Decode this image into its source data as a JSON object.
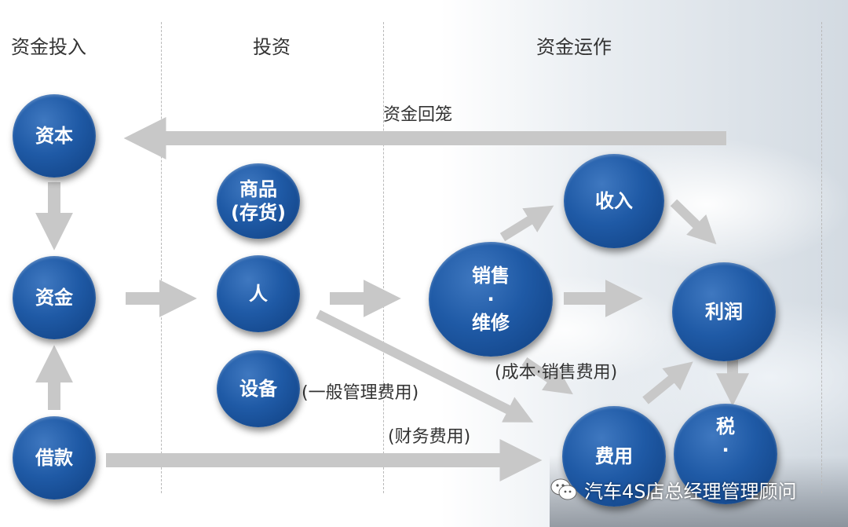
{
  "columns": {
    "capital_input": "资金投入",
    "investment": "投资",
    "capital_operation": "资金运作"
  },
  "nodes": {
    "capital": "资本",
    "funds": "资金",
    "loan": "借款",
    "goods_line1": "商品",
    "goods_line2": "(存货)",
    "people": "人",
    "equipment": "设备",
    "sales_line1": "销售",
    "sales_line2": "·",
    "sales_line3": "维修",
    "revenue": "收入",
    "profit": "利润",
    "expense": "费用",
    "tax_line1": "税",
    "tax_line2": "·"
  },
  "labels": {
    "capital_return": "资金回笼",
    "admin_expense": "(一般管理费用)",
    "finance_expense": "(财务费用)",
    "cost_sales_expense": "(成本·销售费用)"
  },
  "watermark": {
    "text": "汽车4S店总经理管理顾问",
    "icon": "wechat-icon"
  },
  "colors": {
    "node": "#1f5aa6",
    "arrow": "#c8c8c8"
  }
}
